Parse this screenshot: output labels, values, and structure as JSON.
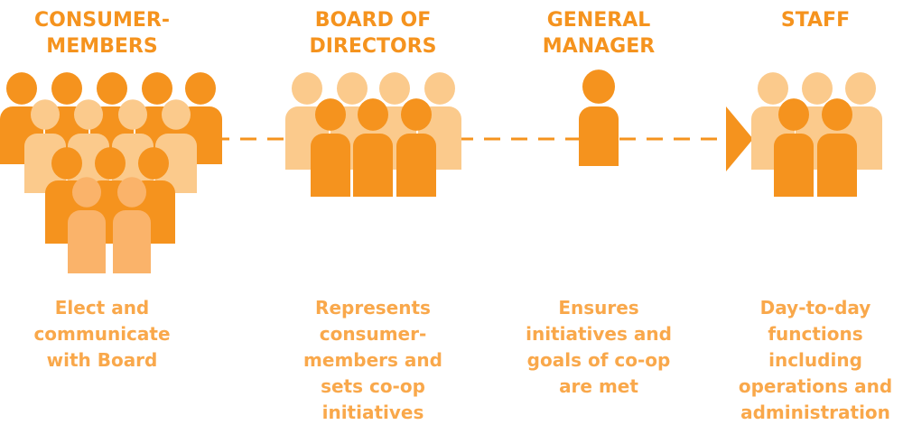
{
  "colors": {
    "dark": "#f5931e",
    "light": "#fbca8c",
    "medium": "#fab36a",
    "title_text": "#f5931e",
    "desc_text": "#f9a84b",
    "connector": "#f5931e"
  },
  "icons": {
    "connector": "dashed-line",
    "arrow": "triangle-arrow-right-icon",
    "person": "person-icon"
  },
  "columns": [
    {
      "title": "CONSUMER-\nMEMBERS",
      "description": "Elect and\ncommunicate\nwith Board"
    },
    {
      "title": "BOARD OF\nDIRECTORS",
      "description": "Represents\nconsumer-\nmembers and\nsets co-op\ninitiatives"
    },
    {
      "title": "GENERAL\nMANAGER",
      "description": "Ensures\ninitiatives and\ngoals of co-op\nare met"
    },
    {
      "title": "STAFF",
      "description": "Day-to-day\nfunctions\nincluding\noperations and\nadministration"
    }
  ]
}
